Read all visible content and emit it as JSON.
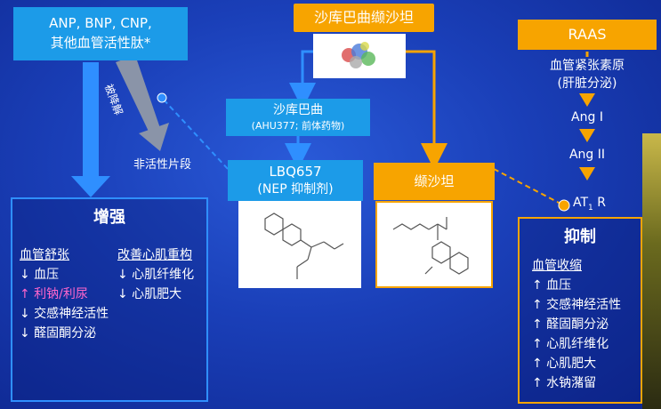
{
  "natriuretic": {
    "line1": "ANP, BNP, CNP,",
    "line2": "其他血管活性肽*"
  },
  "degradation_label": "被降解",
  "inactive_label": "非活性片段",
  "drug": {
    "title": "沙库巴曲缬沙坦"
  },
  "sacubitril": {
    "name": "沙库巴曲",
    "sub": "(AHU377; 前体药物)"
  },
  "lbq": {
    "line1": "LBQ657",
    "line2": "(NEP 抑制剂)"
  },
  "valsartan": {
    "name": "缬沙坦"
  },
  "raas": {
    "title": "RAAS",
    "angiotensinogen": "血管紧张素原",
    "liver": "(肝脏分泌)",
    "ang1": "Ang I",
    "ang2": "Ang II",
    "at1_main": "AT",
    "at1_sub": "1",
    "at1_r": " R"
  },
  "enhance": {
    "title": "增强",
    "col1_head": "血管舒张",
    "col1": [
      "↓ 血压",
      "↑ 利钠/利尿",
      "↓ 交感神经活性",
      "↓ 醛固酮分泌"
    ],
    "col2_head": "改善心肌重构",
    "col2": [
      "↓ 心肌纤维化",
      "↓ 心肌肥大"
    ]
  },
  "inhibit": {
    "title": "抑制",
    "head": "血管收缩",
    "items": [
      "↑ 血压",
      "↑ 交感神经活性",
      "↑ 醛固酮分泌",
      "↑ 心肌纤维化",
      "↑ 心肌肥大",
      "↑ 水钠潴留"
    ]
  },
  "colors": {
    "blue": "#1c9be8",
    "orange": "#f7a400",
    "magenta": "#ff66cc",
    "bg": "#1a3fb8"
  }
}
